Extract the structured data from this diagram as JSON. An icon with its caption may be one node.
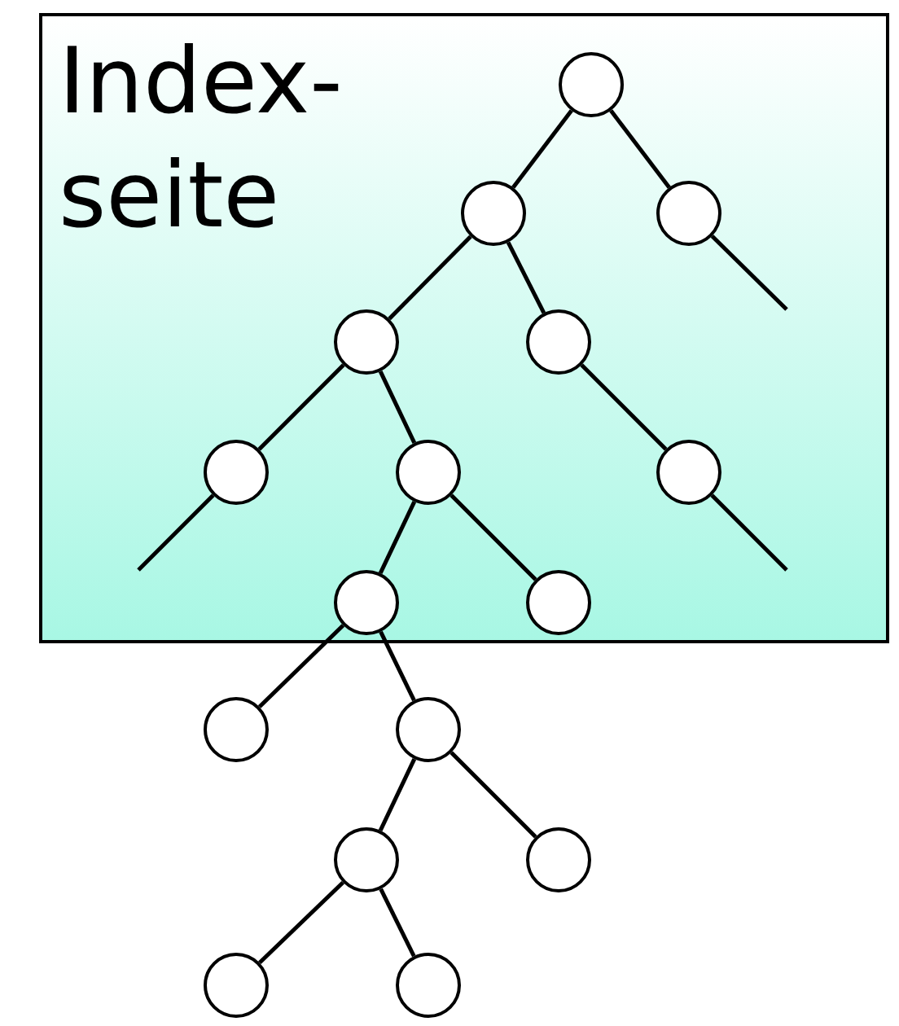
{
  "diagram": {
    "nodes": [
      {
        "text": [
          "Index- seite"
        ]
      },
      {
        "text": [],
        "shape": "circle",
        "in": 0
      },
      {
        "text": [],
        "shape": "circle",
        "in": 0
      },
      {
        "text": [],
        "shape": "circle",
        "in": 0
      },
      {
        "text": [],
        "shape": "circle",
        "in": 0
      },
      {
        "text": [],
        "shape": "circle",
        "in": 0
      },
      {
        "text": [],
        "shape": "circle",
        "in": 0
      },
      {
        "text": [],
        "shape": "circle",
        "in": 0
      },
      {
        "text": [],
        "shape": "circle",
        "in": 0
      },
      {
        "text": [],
        "shape": "circle",
        "in": 0
      },
      {
        "text": [],
        "shape": "circle",
        "in": 0
      },
      {
        "text": [],
        "shape": "circle"
      },
      {
        "text": [],
        "shape": "circle"
      },
      {
        "text": [],
        "shape": "circle"
      },
      {
        "text": [],
        "shape": "circle"
      },
      {
        "text": [],
        "shape": "circle"
      },
      {
        "text": [],
        "shape": "circle"
      }
    ],
    "edges": [
      {
        "from": 1,
        "to": 2,
        "arrow": "none"
      },
      {
        "from": 1,
        "to": 3,
        "arrow": "none"
      },
      {
        "from": 3,
        "to": null,
        "arrow": "none"
      },
      {
        "from": 2,
        "to": 4,
        "arrow": "none"
      },
      {
        "from": 2,
        "to": 5,
        "arrow": "none"
      },
      {
        "from": 4,
        "to": 6,
        "arrow": "none"
      },
      {
        "from": 4,
        "to": 7,
        "arrow": "none"
      },
      {
        "from": 5,
        "to": 8,
        "arrow": "none"
      },
      {
        "from": 6,
        "to": null,
        "arrow": "none"
      },
      {
        "from": 8,
        "to": null,
        "arrow": "none"
      },
      {
        "from": 7,
        "to": 9,
        "arrow": "none"
      },
      {
        "from": 7,
        "to": 10,
        "arrow": "none"
      },
      {
        "from": 9,
        "to": 11,
        "arrow": "none"
      },
      {
        "from": 9,
        "to": 12,
        "arrow": "none"
      },
      {
        "from": 12,
        "to": 13,
        "arrow": "none"
      },
      {
        "from": 12,
        "to": 14,
        "arrow": "none"
      },
      {
        "from": 13,
        "to": 15,
        "arrow": "none"
      },
      {
        "from": 13,
        "to": 16,
        "arrow": "none"
      }
    ]
  }
}
